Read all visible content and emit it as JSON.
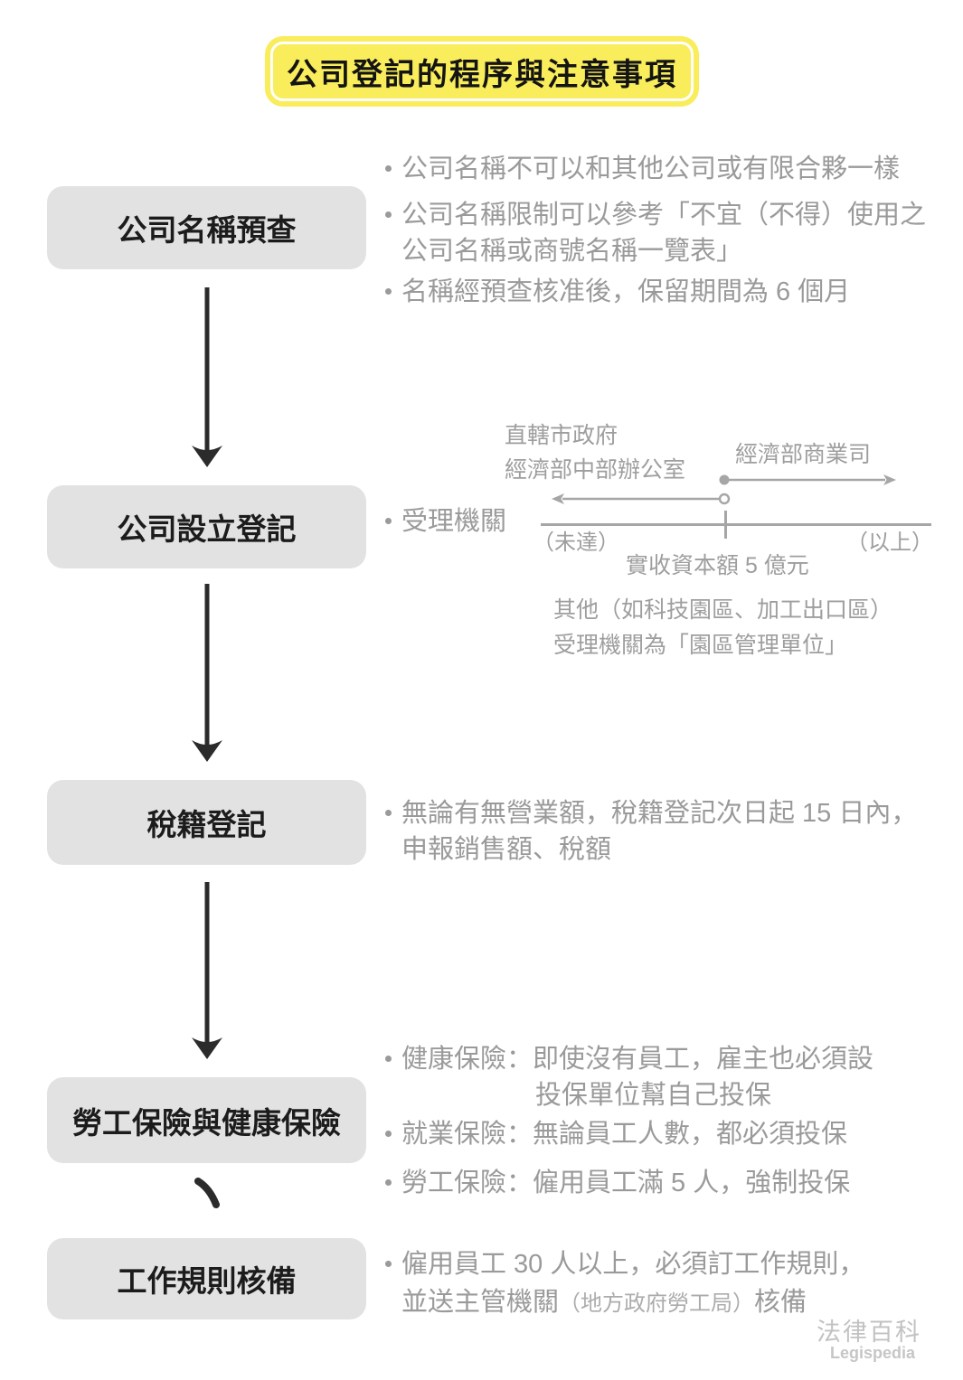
{
  "title": "公司登記的程序與注意事項",
  "steps": {
    "s1": "公司名稱預查",
    "s2": "公司設立登記",
    "s3": "稅籍登記",
    "s4": "勞工保險與健康保險",
    "s5": "工作規則核備"
  },
  "notes": {
    "s1_b1": "公司名稱不可以和其他公司或有限合夥一樣",
    "s1_b2_l1": "公司名稱限制可以參考「不宜（不得）使用之",
    "s1_b2_l2": "公司名稱或商號名稱一覽表」",
    "s1_b3": "名稱經預查核准後，保留期間為 6 個月",
    "s2_b1": "受理機關",
    "s2_other_l1": "其他（如科技園區、加工出口區）",
    "s2_other_l2": "受理機關為「園區管理單位」",
    "s3_b1_l1": "無論有無營業額，稅籍登記次日起 15 日內，",
    "s3_b1_l2": "申報銷售額、稅額",
    "s4_b1_l1": "健康保險：即使沒有員工，雇主也必須設",
    "s4_b1_l2": "投保單位幫自己投保",
    "s4_b2": "就業保險：無論員工人數，都必須投保",
    "s4_b3": "勞工保險：僱用員工滿 5 人，強制投保",
    "s5_b1_l1": "僱用員工 30 人以上，必須訂工作規則，",
    "s5_b1_l2_pre": "並送主管機關",
    "s5_b1_l2_paren": "（地方政府勞工局）",
    "s5_b1_l2_post": "核備"
  },
  "diagram": {
    "left_authority_line1": "直轄市政府",
    "left_authority_line2": "經濟部中部辦公室",
    "right_authority": "經濟部商業司",
    "left_range": "（未達）",
    "right_range": "（以上）",
    "threshold": "實收資本額 5 億元"
  },
  "connector_comma": "、",
  "footer": {
    "logo_zh": "法律百科",
    "logo_en": "Legispedia"
  },
  "colors": {
    "title_bg": "#F9ED5B",
    "title_inner_border": "#FFFFFF",
    "box_bg": "#E2E2E2",
    "box_text": "#1C1C1C",
    "note_text": "#9A9A9A",
    "diagram_text": "#9E9E9E",
    "diagram_line": "#A6A6A6",
    "small_paren_text": "#ACACAC",
    "arrow": "#2B2B2B",
    "logo": "#C2C2C2"
  }
}
